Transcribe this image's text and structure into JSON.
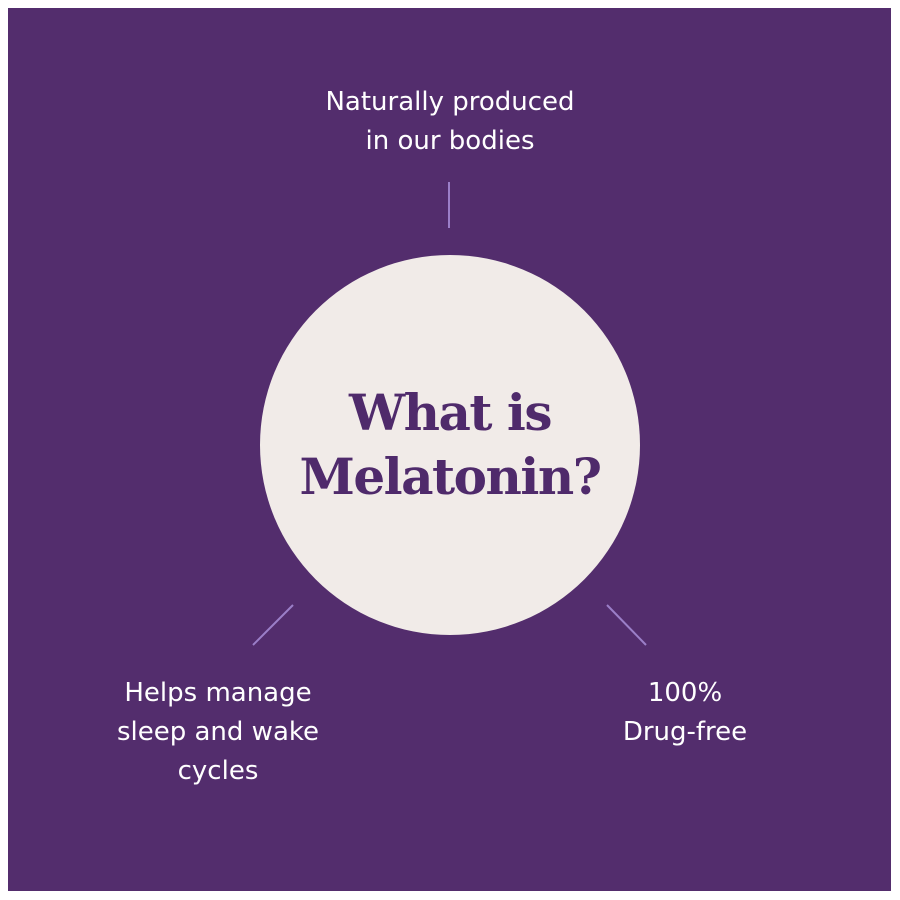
{
  "title": {
    "line1": "What is",
    "line2": "Melatonin?"
  },
  "facts": {
    "top": {
      "line1": "Naturally produced",
      "line2": "in our bodies"
    },
    "left": {
      "line1": "Helps manage",
      "line2": "sleep and wake",
      "line3": "cycles"
    },
    "right": {
      "line1": "100%",
      "line2": "Drug-free"
    }
  },
  "colors": {
    "background": "#532d6d",
    "circle": "#f1ebe8",
    "title": "#4f2a6b",
    "connector": "#9b7fc8"
  }
}
